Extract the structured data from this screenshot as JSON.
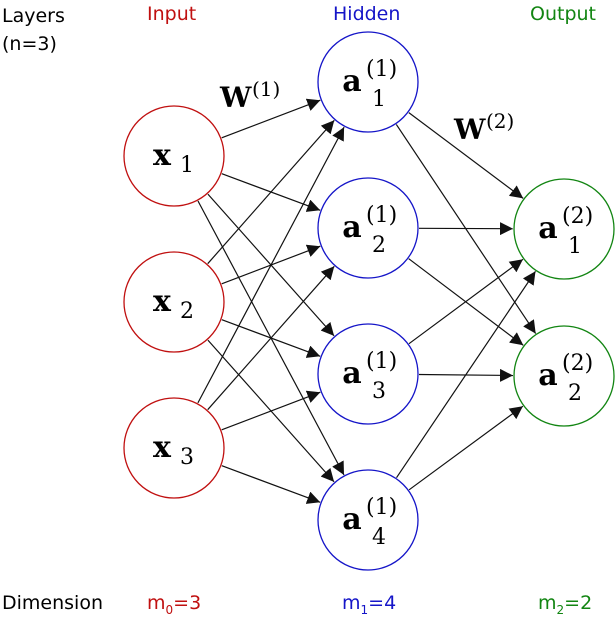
{
  "header": {
    "layers_title": "Layers",
    "layers_count": "(n=3)",
    "input_title": "Input",
    "hidden_title": "Hidden",
    "output_title": "Output"
  },
  "colors": {
    "input": "#c01010",
    "hidden": "#1515c8",
    "output": "#128512",
    "edge": "#111111"
  },
  "nodes": {
    "input": [
      {
        "base": "x",
        "sub": "1"
      },
      {
        "base": "x",
        "sub": "2"
      },
      {
        "base": "x",
        "sub": "3"
      }
    ],
    "hidden": [
      {
        "base": "a",
        "sub": "1",
        "sup": "(1)"
      },
      {
        "base": "a",
        "sub": "2",
        "sup": "(1)"
      },
      {
        "base": "a",
        "sub": "3",
        "sup": "(1)"
      },
      {
        "base": "a",
        "sub": "4",
        "sup": "(1)"
      }
    ],
    "output": [
      {
        "base": "a",
        "sub": "1",
        "sup": "(2)"
      },
      {
        "base": "a",
        "sub": "2",
        "sup": "(2)"
      }
    ]
  },
  "weights": {
    "w1": {
      "base": "W",
      "sup": "(1)"
    },
    "w2": {
      "base": "W",
      "sup": "(2)"
    }
  },
  "footer": {
    "dimension_label": "Dimension",
    "m0": {
      "base": "m",
      "sub": "0",
      "value": "=3"
    },
    "m1": {
      "base": "m",
      "sub": "1",
      "value": "=4"
    },
    "m2": {
      "base": "m",
      "sub": "2",
      "value": "=2"
    }
  }
}
